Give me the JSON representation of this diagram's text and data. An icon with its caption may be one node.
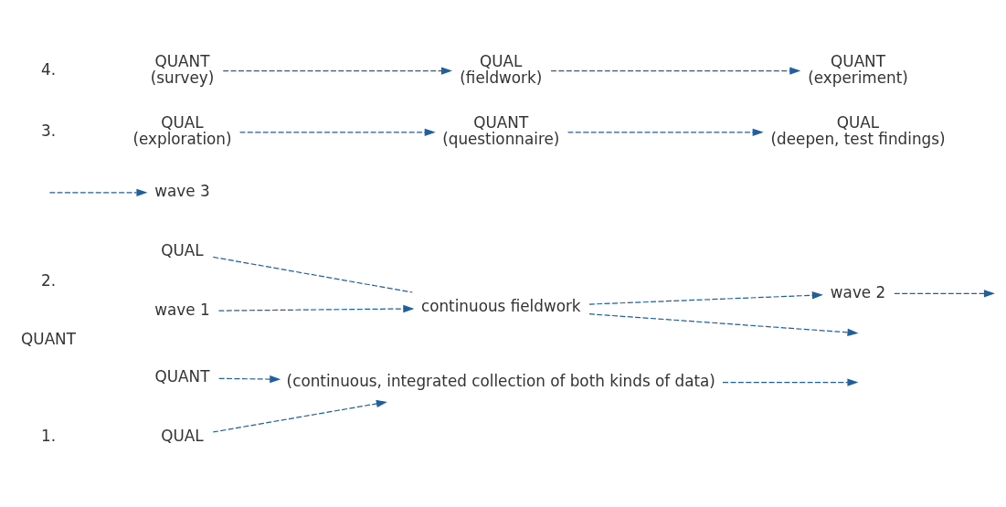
{
  "diagram": {
    "nodes": [
      {
        "text": [
          "QUAL"
        ]
      },
      {
        "text": [
          "QUANT"
        ]
      },
      {
        "text": [
          "(continuous, integrated collection of both kinds of data)"
        ]
      },
      {
        "text": [
          "wave 1"
        ]
      },
      {
        "text": [
          "QUAL"
        ]
      },
      {
        "text": [
          "continuous fieldwork"
        ]
      },
      {
        "text": [
          "wave 2"
        ]
      },
      {
        "text": [
          "wave 3"
        ]
      },
      {
        "text": [
          "QUAL",
          "(exploration)"
        ]
      },
      {
        "text": [
          "QUANT",
          "(questionnaire)"
        ]
      },
      {
        "text": [
          "QUAL",
          "(deepen, test findings)"
        ]
      },
      {
        "text": [
          "QUANT",
          "(survey)"
        ]
      },
      {
        "text": [
          "QUAL",
          "(fieldwork)"
        ]
      },
      {
        "text": [
          "QUANT",
          "(experiment)"
        ]
      }
    ],
    "edges": [
      {
        "from": 0,
        "to": 2,
        "arrow": "to",
        "style": "dashed"
      },
      {
        "from": 1,
        "to": 2,
        "arrow": "to",
        "style": "dashed"
      },
      {
        "from": 2,
        "to": null,
        "arrow": "to",
        "style": "dashed"
      },
      {
        "from": 3,
        "to": 5,
        "arrow": "to",
        "style": "dashed"
      },
      {
        "from": 4,
        "to": 5,
        "arrow": "none",
        "style": "dashed"
      },
      {
        "from": 5,
        "to": 6,
        "arrow": "to",
        "style": "dashed"
      },
      {
        "from": 5,
        "to": null,
        "arrow": "to",
        "style": "dashed"
      },
      {
        "from": 6,
        "to": null,
        "arrow": "to",
        "style": "dashed"
      },
      {
        "from": null,
        "to": 7,
        "arrow": "to",
        "style": "dashed"
      },
      {
        "from": 8,
        "to": 9,
        "arrow": "to",
        "style": "dashed"
      },
      {
        "from": 9,
        "to": 10,
        "arrow": "to",
        "style": "dashed"
      },
      {
        "from": 11,
        "to": 12,
        "arrow": "to",
        "style": "dashed"
      },
      {
        "from": 12,
        "to": 13,
        "arrow": "to",
        "style": "dashed"
      }
    ],
    "labels": [
      "1.",
      "2.",
      "QUANT",
      "3.",
      "4."
    ]
  }
}
